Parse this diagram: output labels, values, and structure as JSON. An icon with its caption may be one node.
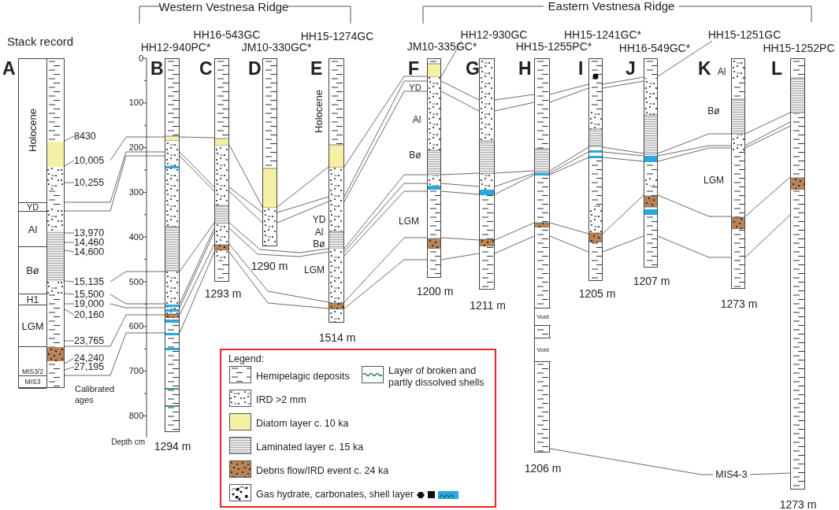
{
  "diagram": {
    "nodes": [
      {
        "text": [
          "Stack record",
          "A"
        ]
      },
      {
        "text": [
          "Holocene"
        ],
        "in": 0
      },
      {
        "text": [
          "YD"
        ],
        "in": 0
      },
      {
        "text": [
          "Al"
        ],
        "in": 0
      },
      {
        "text": [
          "Bø"
        ],
        "in": 0
      },
      {
        "text": [
          "H1"
        ],
        "in": 0
      },
      {
        "text": [
          "LGM"
        ],
        "in": 0
      },
      {
        "text": [
          "MIS3/2"
        ],
        "in": 0
      },
      {
        "text": [
          "MIS3"
        ],
        "in": 0
      },
      {
        "text": [
          "8430"
        ]
      },
      {
        "text": [
          "10,005"
        ]
      },
      {
        "text": [
          "10,255"
        ]
      },
      {
        "text": [
          "13,970"
        ]
      },
      {
        "text": [
          "14,460"
        ]
      },
      {
        "text": [
          "14,600"
        ]
      },
      {
        "text": [
          "15,135"
        ]
      },
      {
        "text": [
          "15,500"
        ]
      },
      {
        "text": [
          "19,000"
        ]
      },
      {
        "text": [
          "20,160"
        ]
      },
      {
        "text": [
          "23,765"
        ]
      },
      {
        "text": [
          "24,240"
        ]
      },
      {
        "text": [
          "27,195"
        ]
      },
      {
        "text": [
          "HH12-940PC*",
          "B"
        ],
        "beside": [
          "1294 m"
        ]
      },
      {
        "text": [
          "HH16-543GC",
          "C"
        ],
        "beside": [
          "1293 m"
        ]
      },
      {
        "text": [
          "JM10-330GC*",
          "D"
        ],
        "beside": [
          "1290 m"
        ]
      },
      {
        "text": [
          "HH15-1274GC",
          "E"
        ],
        "beside": [
          "Holocene",
          "YD",
          "Al",
          "Bø",
          "LGM",
          "1514 m"
        ]
      },
      {
        "text": [
          "JM10-335GC*",
          "F"
        ],
        "beside": [
          "YD",
          "Al",
          "Bø",
          "LGM",
          "1200 m"
        ]
      },
      {
        "text": [
          "HH12-930GC",
          "G"
        ],
        "beside": [
          "1211 m"
        ]
      },
      {
        "text": [
          "HH15-1255PC*",
          "H"
        ],
        "beside": [
          "1206 m"
        ]
      },
      {
        "text": [
          "Void"
        ],
        "in": 28
      },
      {
        "text": [
          "Void"
        ],
        "in": 28
      },
      {
        "text": [
          "HH15-1241GC*",
          "I"
        ],
        "beside": [
          "1205 m"
        ]
      },
      {
        "text": [
          "HH16-549GC*",
          "J"
        ],
        "beside": [
          "1207 m"
        ]
      },
      {
        "text": [
          "HH15-1251GC",
          "K"
        ],
        "beside": [
          "Al",
          "Bø",
          "LGM",
          "1273 m"
        ]
      },
      {
        "text": [
          "HH15-1252PC",
          "L"
        ],
        "beside": [
          "1273 m"
        ]
      },
      {
        "text": [
          "MIS4-3"
        ]
      }
    ],
    "edges": [
      {
        "from": 9,
        "to": 0,
        "arrow": "none"
      },
      {
        "from": 10,
        "to": 0,
        "arrow": "none"
      },
      {
        "from": 11,
        "to": 0,
        "arrow": "none"
      },
      {
        "from": 12,
        "to": 0,
        "arrow": "none"
      },
      {
        "from": 13,
        "to": 0,
        "arrow": "none"
      },
      {
        "from": 14,
        "to": 0,
        "arrow": "none"
      },
      {
        "from": 15,
        "to": 0,
        "arrow": "none"
      },
      {
        "from": 16,
        "to": 0,
        "arrow": "none"
      },
      {
        "from": 17,
        "to": 0,
        "arrow": "none"
      },
      {
        "from": 18,
        "to": 0,
        "arrow": "none"
      },
      {
        "from": 19,
        "to": 0,
        "arrow": "none"
      },
      {
        "from": 20,
        "to": 0,
        "arrow": "none"
      },
      {
        "from": 21,
        "to": 0,
        "arrow": "none"
      },
      {
        "from": 10,
        "to": 22,
        "arrow": "none"
      },
      {
        "from": 0,
        "to": 22,
        "arrow": "none"
      },
      {
        "from": 0,
        "to": 22,
        "arrow": "none"
      },
      {
        "from": 15,
        "to": 22,
        "arrow": "none"
      },
      {
        "from": 16,
        "to": 22,
        "arrow": "none"
      },
      {
        "from": 17,
        "to": 22,
        "arrow": "none"
      },
      {
        "from": 0,
        "to": 22,
        "arrow": "none"
      },
      {
        "from": 0,
        "to": 22,
        "arrow": "none"
      },
      {
        "from": 22,
        "to": 23,
        "arrow": "none"
      },
      {
        "from": 22,
        "to": 23,
        "arrow": "none"
      },
      {
        "from": 22,
        "to": 23,
        "arrow": "none"
      },
      {
        "from": 22,
        "to": 23,
        "arrow": "none"
      },
      {
        "from": 22,
        "to": 23,
        "arrow": "none"
      },
      {
        "from": 22,
        "to": 23,
        "arrow": "none"
      },
      {
        "from": 22,
        "to": 23,
        "arrow": "none"
      },
      {
        "from": 22,
        "to": 23,
        "arrow": "none"
      },
      {
        "from": 23,
        "to": 24,
        "arrow": "none"
      },
      {
        "from": 23,
        "to": 24,
        "arrow": "none"
      },
      {
        "from": 23,
        "to": 24,
        "arrow": "none"
      },
      {
        "from": 23,
        "to": 25,
        "arrow": "none"
      },
      {
        "from": 23,
        "to": 25,
        "arrow": "none"
      },
      {
        "from": 23,
        "to": 25,
        "arrow": "none"
      },
      {
        "from": 23,
        "to": 25,
        "arrow": "none"
      },
      {
        "from": 24,
        "to": 25,
        "arrow": "none"
      },
      {
        "from": 24,
        "to": 25,
        "arrow": "none"
      },
      {
        "from": 24,
        "to": 25,
        "arrow": "none"
      },
      {
        "from": 25,
        "to": 26,
        "arrow": "none"
      },
      {
        "from": 25,
        "to": 26,
        "arrow": "none"
      },
      {
        "from": 25,
        "to": 26,
        "arrow": "none"
      },
      {
        "from": 25,
        "to": 26,
        "arrow": "none"
      },
      {
        "from": 25,
        "to": 26,
        "arrow": "none"
      },
      {
        "from": 25,
        "to": 26,
        "arrow": "none"
      },
      {
        "from": 25,
        "to": 26,
        "arrow": "none"
      },
      {
        "from": 25,
        "to": 26,
        "arrow": "none"
      },
      {
        "from": 26,
        "to": 27,
        "arrow": "none"
      },
      {
        "from": 26,
        "to": 27,
        "arrow": "none"
      },
      {
        "from": 26,
        "to": 27,
        "arrow": "none"
      },
      {
        "from": 26,
        "to": 27,
        "arrow": "none"
      },
      {
        "from": 26,
        "to": 27,
        "arrow": "none"
      },
      {
        "from": 26,
        "to": 27,
        "arrow": "none"
      },
      {
        "from": 26,
        "to": 27,
        "arrow": "none"
      },
      {
        "from": 26,
        "to": 27,
        "arrow": "none"
      },
      {
        "from": 27,
        "to": 28,
        "arrow": "none"
      },
      {
        "from": 27,
        "to": 28,
        "arrow": "none"
      },
      {
        "from": 27,
        "to": 28,
        "arrow": "none"
      },
      {
        "from": 27,
        "to": 28,
        "arrow": "none"
      },
      {
        "from": 27,
        "to": 28,
        "arrow": "none"
      },
      {
        "from": 27,
        "to": 28,
        "arrow": "none"
      },
      {
        "from": 27,
        "to": 28,
        "arrow": "none"
      },
      {
        "from": 28,
        "to": 31,
        "arrow": "none"
      },
      {
        "from": 28,
        "to": 31,
        "arrow": "none"
      },
      {
        "from": 28,
        "to": 31,
        "arrow": "none"
      },
      {
        "from": 28,
        "to": 31,
        "arrow": "none"
      },
      {
        "from": 28,
        "to": 31,
        "arrow": "none"
      },
      {
        "from": 28,
        "to": 31,
        "arrow": "none"
      },
      {
        "from": 28,
        "to": 31,
        "arrow": "none"
      },
      {
        "from": 31,
        "to": 32,
        "arrow": "none"
      },
      {
        "from": 31,
        "to": 32,
        "arrow": "none"
      },
      {
        "from": 31,
        "to": 32,
        "arrow": "none"
      },
      {
        "from": 31,
        "to": 32,
        "arrow": "none"
      },
      {
        "from": 31,
        "to": 32,
        "arrow": "none"
      },
      {
        "from": 31,
        "to": 32,
        "arrow": "none"
      },
      {
        "from": 31,
        "to": 32,
        "arrow": "none"
      },
      {
        "from": 32,
        "to": 33,
        "arrow": "none"
      },
      {
        "from": 32,
        "to": 33,
        "arrow": "none"
      },
      {
        "from": 32,
        "to": 33,
        "arrow": "none"
      },
      {
        "from": 32,
        "to": 33,
        "arrow": "none"
      },
      {
        "from": 32,
        "to": 33,
        "arrow": "none"
      },
      {
        "from": 32,
        "to": 33,
        "arrow": "none"
      },
      {
        "from": 33,
        "to": 34,
        "arrow": "none"
      },
      {
        "from": 33,
        "to": 34,
        "arrow": "none"
      },
      {
        "from": 33,
        "to": 34,
        "arrow": "none"
      },
      {
        "from": 33,
        "to": 34,
        "arrow": "none"
      },
      {
        "from": 33,
        "to": 34,
        "arrow": "none"
      },
      {
        "from": 35,
        "to": 28,
        "arrow": "none"
      },
      {
        "from": 35,
        "to": 34,
        "arrow": "none"
      }
    ],
    "labels": [
      "Western Vestnesa Ridge",
      "Eastern Vestnesa Ridge",
      "0",
      "100",
      "200",
      "300",
      "400",
      "500",
      "600",
      "700",
      "800",
      "Depth cm",
      "Calibrated ages",
      "Legend:"
    ],
    "legend": [
      {
        "text": "Hemipelagic deposits"
      },
      {
        "text": "Layer of broken and partly dissolved shells"
      },
      {
        "text": "IRD >2 mm"
      },
      {
        "text": "Diatom layer c. 10 ka",
        "color": "#f6efa6"
      },
      {
        "text": "Laminated layer c. 15 ka"
      },
      {
        "text": "Debris flow/IRD event c. 24 ka"
      },
      {
        "text": "Gas hydrate, carbonates, shell layer"
      }
    ]
  }
}
